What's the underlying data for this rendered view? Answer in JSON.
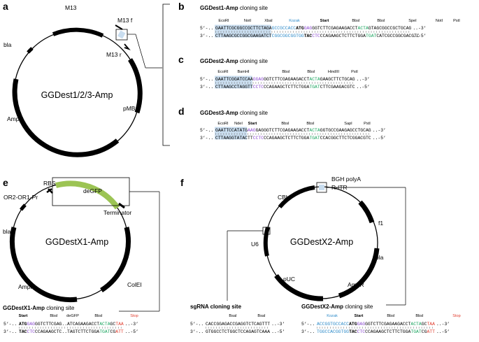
{
  "panels": {
    "a": {
      "letter": "a",
      "plasmid": "GGDest1/2/3-Amp",
      "features": {
        "m13": "M13",
        "m13f": "M13 f",
        "m13r": "M13 r",
        "bla": "bla",
        "ampr": "AmpR",
        "pmb1": "pMB1"
      }
    },
    "b": {
      "letter": "b",
      "title_bold": "GGDest1-Amp",
      "title_rest": " cloning site",
      "sites": [
        "EcoRI",
        "NotI",
        "XbaI",
        "Kozak",
        "Start",
        "BbsI",
        "BbsI",
        "SpeI",
        "NotI",
        "PstI"
      ],
      "top_prefix": "5’-..",
      "top_suffix": "..-3’",
      "bot_prefix": "3’-..",
      "bot_suffix": "..-5’",
      "top_segments": [
        {
          "text": "GAATTCGCGGCCGCTTCTAGA",
          "color": "#000000"
        },
        {
          "text": "GCCGCCACC",
          "color": "#2e8bc9"
        },
        {
          "text": "ATG",
          "color": "#000000",
          "bold": true
        },
        {
          "text": "GAG",
          "color": "#8b4ad1"
        },
        {
          "text": "GGTCTTCGAGAAGACCT",
          "color": "#000000"
        },
        {
          "text": "ACTA",
          "color": "#19a45e"
        },
        {
          "text": "GTAGCGGCCGCTGCAG",
          "color": "#000000"
        }
      ],
      "bot_segments": [
        {
          "text": "CTTAAGCGCCGGCGAAGATCT",
          "color": "#000000"
        },
        {
          "text": "CGGCGGCGGTGG",
          "color": "#2e8bc9"
        },
        {
          "text": "TAC",
          "color": "#000000",
          "bold": true
        },
        {
          "text": "CTC",
          "color": "#8b4ad1"
        },
        {
          "text": "CCAGAAGCTCTTCTGGA",
          "color": "#000000"
        },
        {
          "text": "TGAT",
          "color": "#19a45e"
        },
        {
          "text": "CATCGCCGGCGACGTC",
          "color": "#000000"
        }
      ]
    },
    "c": {
      "letter": "c",
      "title_bold": "GGDest2-Amp",
      "title_rest": " cloning site",
      "sites": [
        "EcoRI",
        "BamHI",
        "BbsI",
        "BbsI",
        "HindIII",
        "PstI"
      ],
      "top_prefix": "5’-..",
      "top_suffix": "..-3’",
      "bot_prefix": "3’-..",
      "bot_suffix": "..-5’",
      "top_segments": [
        {
          "text": "GAATTCGGATCCAA",
          "color": "#000000"
        },
        {
          "text": "GGAG",
          "color": "#8b4ad1"
        },
        {
          "text": "GGTCTTCGAGAAGACCT",
          "color": "#000000"
        },
        {
          "text": "ACTA",
          "color": "#19a45e"
        },
        {
          "text": "GAAGCTTCTGCAG",
          "color": "#000000"
        }
      ],
      "bot_segments": [
        {
          "text": "CTTAAGCCTAGGTT",
          "color": "#000000"
        },
        {
          "text": "CCTC",
          "color": "#8b4ad1"
        },
        {
          "text": "CCAGAAGCTCTTCTGGA",
          "color": "#000000"
        },
        {
          "text": "TGAT",
          "color": "#19a45e"
        },
        {
          "text": "CTTCGAAGACGTC",
          "color": "#000000"
        }
      ]
    },
    "d": {
      "letter": "d",
      "title_bold": "GGDest3-Amp",
      "title_rest": " cloning site",
      "sites": [
        "EcoRI",
        "NdeI",
        "Start",
        "BbsI",
        "BbsI",
        "SapI",
        "PstI"
      ],
      "top_prefix": "5’-..",
      "top_suffix": "..-3’",
      "bot_prefix": "3’-..",
      "bot_suffix": "..-5’",
      "top_segments": [
        {
          "text": "GAATTCCATATG",
          "color": "#000000"
        },
        {
          "text": "AAG",
          "color": "#8b4ad1"
        },
        {
          "text": "GAGGGTCTTCGAGAAGACCT",
          "color": "#000000"
        },
        {
          "text": "ACTA",
          "color": "#19a45e"
        },
        {
          "text": "GGTGCCGAAGAGCCTGCAG",
          "color": "#000000"
        }
      ],
      "bot_segments": [
        {
          "text": "CTTAAGGTATACTT",
          "color": "#000000"
        },
        {
          "text": "CCTC",
          "color": "#8b4ad1"
        },
        {
          "text": "CCAGAAGCTCTTCTGGA",
          "color": "#000000"
        },
        {
          "text": "TGAT",
          "color": "#19a45e"
        },
        {
          "text": "CCACGGCTTCTCGGACGTC",
          "color": "#000000"
        }
      ]
    },
    "e": {
      "letter": "e",
      "plasmid": "GGDestX1-Amp",
      "features": {
        "rbs": "RBS",
        "promoter": "OR2-OR1-Pr",
        "degfp": "deGFP",
        "terminator": "Terminator",
        "bla": "bla",
        "ampr": "AmpR",
        "colei": "ColEI"
      },
      "title_bold": "GGDestX1-Amp",
      "title_rest": " cloning site",
      "sites": [
        "Start",
        "BbsI",
        "deGFP",
        "BbsI",
        "Stop"
      ],
      "top_prefix": "5’-..",
      "top_suffix": "..-3’",
      "bot_prefix": "3’-..",
      "bot_suffix": "..-5’",
      "top_segments": [
        {
          "text": "ATG",
          "color": "#000000",
          "bold": true
        },
        {
          "text": "GAG",
          "color": "#8b4ad1"
        },
        {
          "text": "GGTCTTCGAG..ATCAGAAGACCT",
          "color": "#000000"
        },
        {
          "text": "ACTA",
          "color": "#19a45e"
        },
        {
          "text": "GC",
          "color": "#000000"
        },
        {
          "text": "TAA",
          "color": "#e03b2c"
        }
      ],
      "bot_segments": [
        {
          "text": "TAC",
          "color": "#000000",
          "bold": true
        },
        {
          "text": "CTC",
          "color": "#8b4ad1"
        },
        {
          "text": "CCAGAAGCTC..TAGTCTTCTGGA",
          "color": "#000000"
        },
        {
          "text": "TGAT",
          "color": "#19a45e"
        },
        {
          "text": "CG",
          "color": "#000000"
        },
        {
          "text": "ATT",
          "color": "#e03b2c"
        }
      ]
    },
    "f": {
      "letter": "f",
      "plasmid": "GGDestX2-Amp",
      "features": {
        "bgh": "BGH polyA",
        "ritr": "R-ITR",
        "cbh": "CBh",
        "f1": "f1",
        "u6": "U6",
        "puc": "pUC",
        "ampr": "AmpR",
        "bla": "bla"
      },
      "sg_title": "sgRNA cloning site",
      "sg_sites": [
        "BsaI",
        "BsaI"
      ],
      "sg_top_prefix": "5’-..",
      "sg_top": "CACCGGAGACCGAGGTCTCAGTTT",
      "sg_top_suffix": "..-3’",
      "sg_bot_prefix": "3’-..",
      "sg_bot": "GTGGCCTCTGGCTCCAGAGTCAAA",
      "sg_bot_suffix": "..-5’",
      "title_bold": "GGDestX2-Amp",
      "title_rest": " cloning site",
      "sites": [
        "Kozak",
        "Start",
        "BbsI",
        "BbsI",
        "Stop"
      ],
      "top_prefix": "5’-..",
      "top_suffix": "..-3’",
      "bot_prefix": "3’-..",
      "bot_suffix": "..-5’",
      "top_segments": [
        {
          "text": "ACCGGTGCCACC",
          "color": "#2e8bc9"
        },
        {
          "text": "ATG",
          "color": "#000000",
          "bold": true
        },
        {
          "text": "GAG",
          "color": "#8b4ad1"
        },
        {
          "text": "GGTCTTCGAGAAGACCT",
          "color": "#000000"
        },
        {
          "text": "ACTA",
          "color": "#19a45e"
        },
        {
          "text": "GC",
          "color": "#000000"
        },
        {
          "text": "TAA",
          "color": "#e03b2c"
        }
      ],
      "bot_segments": [
        {
          "text": "TGGCCACGGTGG",
          "color": "#2e8bc9"
        },
        {
          "text": "TAC",
          "color": "#000000",
          "bold": true
        },
        {
          "text": "CTC",
          "color": "#8b4ad1"
        },
        {
          "text": "CCAGAAGCTCTTCTGGA",
          "color": "#000000"
        },
        {
          "text": "TGAT",
          "color": "#19a45e"
        },
        {
          "text": "CG",
          "color": "#000000"
        },
        {
          "text": "ATT",
          "color": "#e03b2c"
        }
      ]
    }
  },
  "colors": {
    "kozak": "#2e8bc9",
    "overhang": "#8b4ad1",
    "overhang_end": "#19a45e",
    "stop": "#e03b2c",
    "gfp": "#9cc454",
    "box": "#c9ddef",
    "bbs_shade": "#d0d0d0"
  }
}
